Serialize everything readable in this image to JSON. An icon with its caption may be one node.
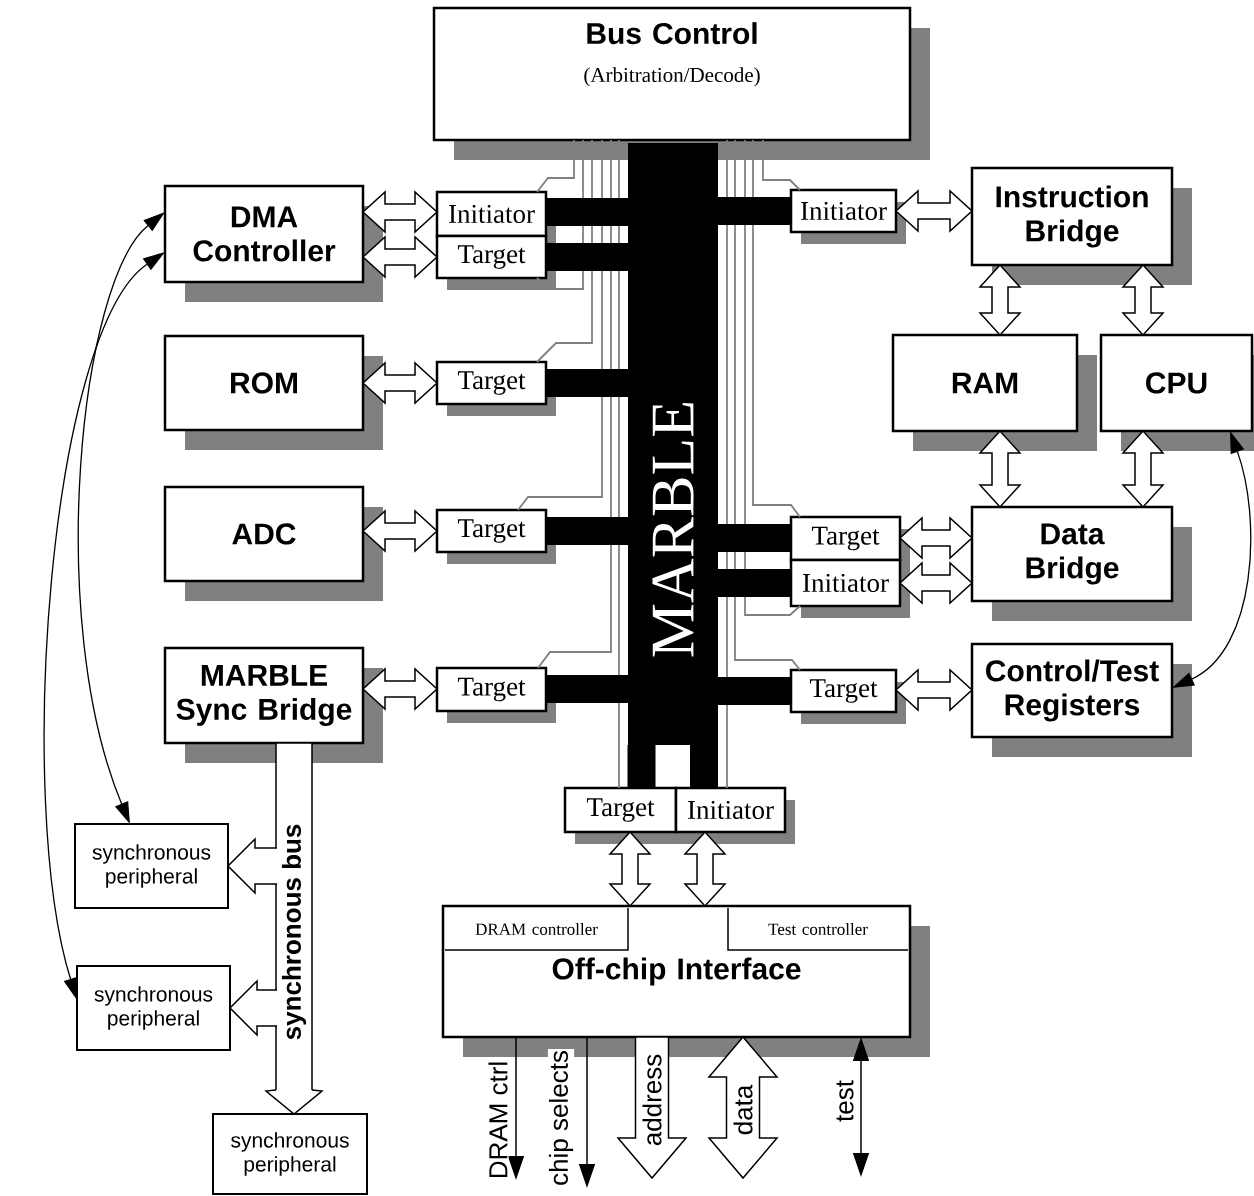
{
  "diagram": {
    "nodes": [
      {
        "text": [
          "Bus Control",
          "(Arbitration/Decode)"
        ]
      },
      {
        "text": [
          "MARBLE"
        ]
      },
      {
        "text": [
          "DMA Controller"
        ]
      },
      {
        "text": [
          "Initiator"
        ]
      },
      {
        "text": [
          "Target"
        ]
      },
      {
        "text": [
          "Initiator"
        ]
      },
      {
        "text": [
          "Instruction Bridge"
        ]
      },
      {
        "text": [
          "ROM"
        ]
      },
      {
        "text": [
          "Target"
        ]
      },
      {
        "text": [
          "RAM"
        ]
      },
      {
        "text": [
          "CPU"
        ]
      },
      {
        "text": [
          "ADC"
        ]
      },
      {
        "text": [
          "Target"
        ]
      },
      {
        "text": [
          "Target"
        ]
      },
      {
        "text": [
          "Initiator"
        ]
      },
      {
        "text": [
          "Data Bridge"
        ]
      },
      {
        "text": [
          "MARBLE Sync Bridge"
        ]
      },
      {
        "text": [
          "Target"
        ]
      },
      {
        "text": [
          "Target"
        ]
      },
      {
        "text": [
          "Control/Test Registers"
        ]
      },
      {
        "text": [
          "Target"
        ]
      },
      {
        "text": [
          "Initiator"
        ]
      },
      {
        "text": [
          "Off-chip Interface"
        ]
      },
      {
        "text": [
          "DRAM controller"
        ],
        "in": 22
      },
      {
        "text": [
          "Test controller"
        ],
        "in": 22
      },
      {
        "text": [
          "synchronous peripheral"
        ]
      },
      {
        "text": [
          "synchronous peripheral"
        ]
      },
      {
        "text": [
          "synchronous peripheral"
        ]
      },
      {
        "text": [
          "synchronous bus"
        ]
      }
    ],
    "edges": [
      {
        "from": 2,
        "to": 3,
        "arrow": "both"
      },
      {
        "from": 2,
        "to": 4,
        "arrow": "both"
      },
      {
        "from": 7,
        "to": 8,
        "arrow": "both"
      },
      {
        "from": 11,
        "to": 12,
        "arrow": "both"
      },
      {
        "from": 16,
        "to": 17,
        "arrow": "both"
      },
      {
        "from": 5,
        "to": 6,
        "arrow": "both"
      },
      {
        "from": 6,
        "to": 9,
        "arrow": "both"
      },
      {
        "from": 6,
        "to": 10,
        "arrow": "both"
      },
      {
        "from": 9,
        "to": 15,
        "arrow": "both"
      },
      {
        "from": 10,
        "to": 15,
        "arrow": "both"
      },
      {
        "from": 13,
        "to": 15,
        "arrow": "both"
      },
      {
        "from": 14,
        "to": 15,
        "arrow": "both"
      },
      {
        "from": 18,
        "to": 19,
        "arrow": "both"
      },
      {
        "from": 20,
        "to": 22,
        "arrow": "both"
      },
      {
        "from": 21,
        "to": 22,
        "arrow": "both"
      },
      {
        "from": 1,
        "to": 3,
        "arrow": "none",
        "style": "thick"
      },
      {
        "from": 1,
        "to": 4,
        "arrow": "none",
        "style": "thick"
      },
      {
        "from": 1,
        "to": 8,
        "arrow": "none",
        "style": "thick"
      },
      {
        "from": 1,
        "to": 12,
        "arrow": "none",
        "style": "thick"
      },
      {
        "from": 1,
        "to": 17,
        "arrow": "none",
        "style": "thick"
      },
      {
        "from": 1,
        "to": 5,
        "arrow": "none",
        "style": "thick"
      },
      {
        "from": 1,
        "to": 13,
        "arrow": "none",
        "style": "thick"
      },
      {
        "from": 1,
        "to": 14,
        "arrow": "none",
        "style": "thick"
      },
      {
        "from": 1,
        "to": 18,
        "arrow": "none",
        "style": "thick"
      },
      {
        "from": 1,
        "to": 20,
        "arrow": "none",
        "style": "thick"
      },
      {
        "from": 1,
        "to": 21,
        "arrow": "none",
        "style": "thick"
      },
      {
        "from": 0,
        "to": 3,
        "arrow": "none",
        "color": "#808080"
      },
      {
        "from": 0,
        "to": 4,
        "arrow": "none",
        "color": "#808080"
      },
      {
        "from": 0,
        "to": 8,
        "arrow": "none",
        "color": "#808080"
      },
      {
        "from": 0,
        "to": 12,
        "arrow": "none",
        "color": "#808080"
      },
      {
        "from": 0,
        "to": 17,
        "arrow": "none",
        "color": "#808080"
      },
      {
        "from": 0,
        "to": 20,
        "arrow": "none",
        "color": "#808080"
      },
      {
        "from": 0,
        "to": 5,
        "arrow": "none",
        "color": "#808080"
      },
      {
        "from": 0,
        "to": 13,
        "arrow": "none",
        "color": "#808080"
      },
      {
        "from": 0,
        "to": 14,
        "arrow": "none",
        "color": "#808080"
      },
      {
        "from": 0,
        "to": 18,
        "arrow": "none",
        "color": "#808080"
      },
      {
        "from": 0,
        "to": 21,
        "arrow": "none",
        "color": "#808080"
      },
      {
        "from": 2,
        "to": 25,
        "arrow": "both"
      },
      {
        "from": 2,
        "to": 26,
        "arrow": "both"
      },
      {
        "from": 10,
        "to": 19,
        "arrow": "both"
      },
      {
        "from": 28,
        "to": 25,
        "arrow": "to"
      },
      {
        "from": 28,
        "to": 26,
        "arrow": "to"
      },
      {
        "from": 28,
        "to": 27,
        "arrow": "to"
      },
      {
        "from": 22,
        "to": null,
        "arrow": "to",
        "label": "DRAM ctrl"
      },
      {
        "from": 22,
        "to": null,
        "arrow": "to",
        "label": "chip selects"
      },
      {
        "from": 22,
        "to": null,
        "arrow": "to",
        "label": "address"
      },
      {
        "from": 22,
        "to": null,
        "arrow": "both",
        "label": "data"
      },
      {
        "from": 22,
        "to": null,
        "arrow": "both",
        "label": "test"
      }
    ]
  }
}
